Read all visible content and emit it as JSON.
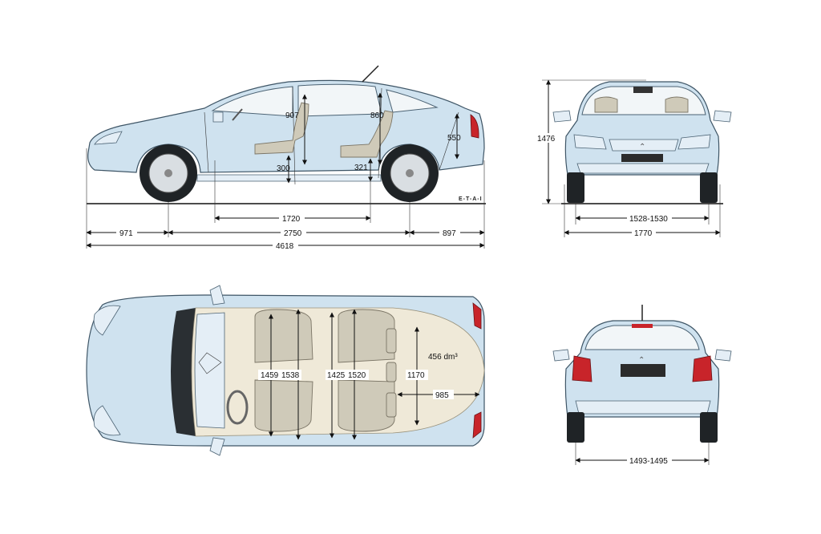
{
  "side_view": {
    "headroom_front": "907",
    "headroom_rear": "860",
    "boot_sill": "550",
    "seat_height_front": "300",
    "seat_height_rear": "321",
    "interior_length": "1720",
    "front_overhang": "971",
    "wheelbase": "2750",
    "rear_overhang": "897",
    "overall_length": "4618",
    "credit": "E-T-A-I"
  },
  "front_view": {
    "height": "1476",
    "front_track": "1528-1530",
    "width": "1770"
  },
  "top_view": {
    "front_elbow_width": "1459",
    "front_shoulder_width": "1538",
    "rear_elbow_width": "1425",
    "rear_shoulder_width": "1520",
    "boot_width": "1170",
    "boot_volume": "456 dm³",
    "boot_length": "985"
  },
  "rear_view": {
    "rear_track": "1493-1495"
  },
  "colors": {
    "body": "#cfe2ef",
    "interior": "#efe9d8",
    "lamp": "#c8242a"
  }
}
